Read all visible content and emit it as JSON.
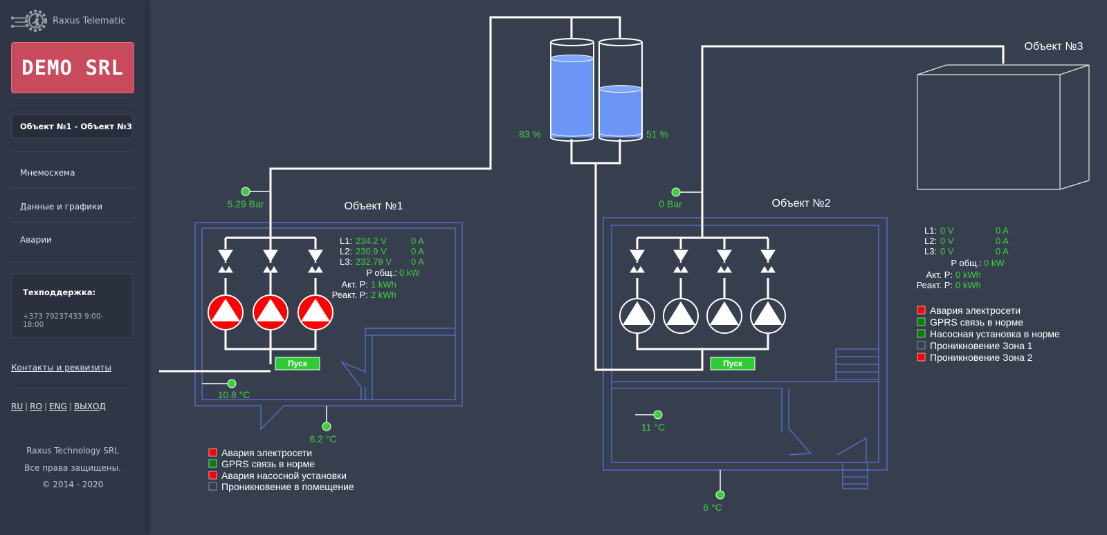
{
  "sidebar": {
    "brand_name": "Raxus Telematic",
    "company_name": "DEMO SRL",
    "object_selector": "Объект №1 - Объект №3",
    "nav": [
      "Мнемосхема",
      "Данные и графики",
      "Аварии"
    ],
    "support_title": "Техподдержка:",
    "support_phone": "+373 79237433 9:00-18:00",
    "contacts_link": "Контакты и реквизиты",
    "languages": [
      "RU",
      "RO",
      "ENG",
      "ВЫХОД"
    ],
    "footer": [
      "Raxus Technology SRL",
      "Все права защищены.",
      "© 2014 - 2020"
    ]
  },
  "colors": {
    "background": "#373f4f",
    "value_green": "#3ecf3e",
    "pump_red": "#ff0000",
    "wall_blue": "#5b6fd6",
    "tank_water": "#6b96f5",
    "alarm_red": "#ff0000",
    "ok_green": "#008000"
  },
  "tanks": {
    "left_level": "83 %",
    "right_level": "51 %",
    "left_fill": 0.83,
    "right_fill": 0.51
  },
  "object1": {
    "title": "Объект №1",
    "pressure": "5.29 Bar",
    "temp_inside": "10.8 °C",
    "temp_outside": "6.2 °C",
    "start_button": "Пуск",
    "phases": [
      {
        "label": "L1:",
        "voltage": "234.2 V",
        "current": "0 A"
      },
      {
        "label": "L2:",
        "voltage": "230.9 V",
        "current": "0 A"
      },
      {
        "label": "L3:",
        "voltage": "232.79 V",
        "current": "0 A"
      }
    ],
    "p_total_label": "P общ.:",
    "p_total": "0 kW",
    "act_label": "Акт. P:",
    "act": "1 kWh",
    "react_label": "Реакт. P:",
    "react": "2 kWh",
    "alarms": [
      {
        "label": "Авария электросети",
        "status": "alarm"
      },
      {
        "label": "GPRS связь в норме",
        "status": "ok"
      },
      {
        "label": "Авария насосной установки",
        "status": "alarm"
      },
      {
        "label": "Проникновение в помещение",
        "status": "none"
      }
    ]
  },
  "object2": {
    "title": "Объект №2",
    "pressure": "0 Bar",
    "temp_inside": "11 °C",
    "temp_outside": "6 °C",
    "start_button": "Пуск"
  },
  "object3": {
    "title": "Объект №3",
    "phases": [
      {
        "label": "L1:",
        "voltage": "0 V",
        "current": "0 A"
      },
      {
        "label": "L2:",
        "voltage": "0 V",
        "current": "0 A"
      },
      {
        "label": "L3:",
        "voltage": "0 V",
        "current": "0 A"
      }
    ],
    "p_total_label": "P общ.:",
    "p_total": "0 kW",
    "act_label": "Акт. P:",
    "act": "0 kWh",
    "react_label": "Реакт. P:",
    "react": "0 kWh",
    "alarms": [
      {
        "label": "Авария электросети",
        "status": "alarm"
      },
      {
        "label": "GPRS связь в норме",
        "status": "ok"
      },
      {
        "label": "Насосная установка в норме",
        "status": "ok"
      },
      {
        "label": "Проникновение Зона 1",
        "status": "none"
      },
      {
        "label": "Проникновение Зона 2",
        "status": "alarm"
      }
    ]
  }
}
